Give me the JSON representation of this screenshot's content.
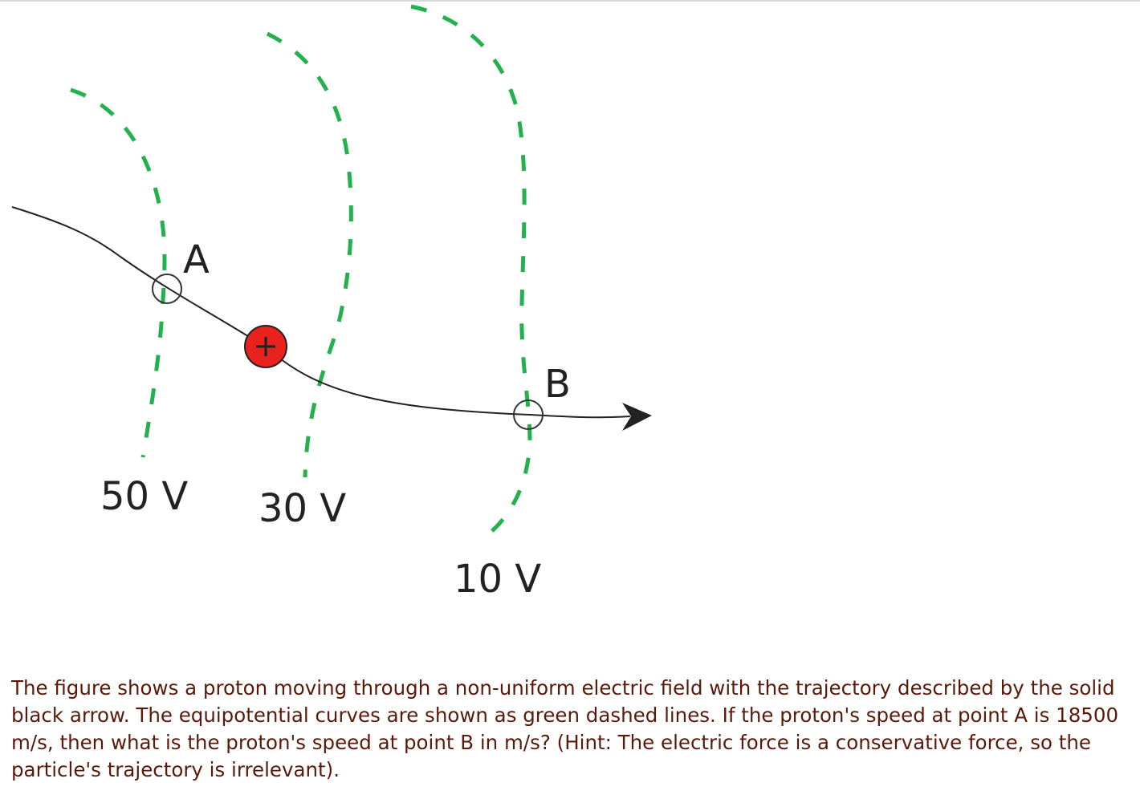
{
  "figure": {
    "equipotentials": [
      {
        "label": "50 V",
        "potential_volts": 50
      },
      {
        "label": "30 V",
        "potential_volts": 30
      },
      {
        "label": "10 V",
        "potential_volts": 10
      }
    ],
    "points": [
      {
        "label": "A"
      },
      {
        "label": "B"
      }
    ],
    "charge_symbol": "+",
    "colors": {
      "equipotential": "#22b14c",
      "proton": "#e8231e",
      "trajectory": "#222222",
      "text": "#5a1a0a"
    }
  },
  "question": {
    "text": "The figure shows a proton moving through a non-uniform electric field with the trajectory described by the solid black arrow. The equipotential curves are shown as green dashed lines. If the proton's speed at point A is 18500 m/s, then what is the proton's speed at point B in m/s? (Hint: The electric force is a conservative force, so the particle's trajectory is irrelevant)."
  }
}
